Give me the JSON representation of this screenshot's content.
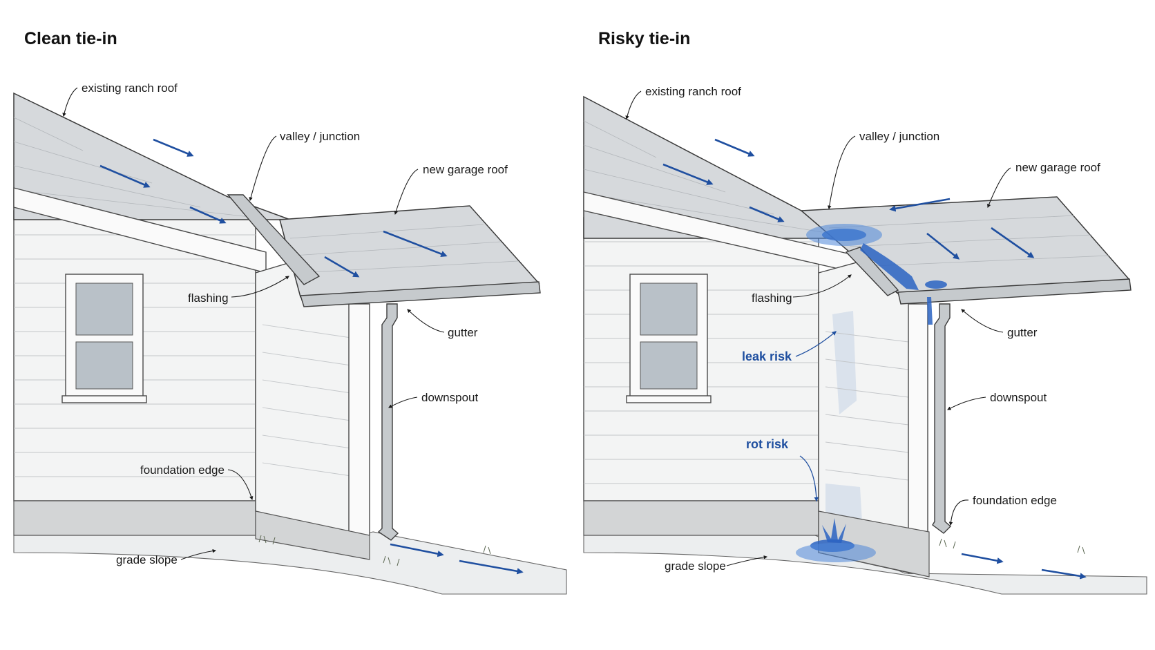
{
  "panels": [
    {
      "title": "Clean tie-in",
      "labels": {
        "existing_ranch_roof": "existing ranch roof",
        "valley_junction": "valley / junction",
        "new_garage_roof": "new garage roof",
        "flashing": "flashing",
        "gutter": "gutter",
        "downspout": "downspout",
        "foundation_edge": "foundation edge",
        "grade_slope": "grade slope"
      }
    },
    {
      "title": "Risky tie-in",
      "labels": {
        "existing_ranch_roof": "existing ranch roof",
        "valley_junction": "valley / junction",
        "new_garage_roof": "new garage roof",
        "flashing": "flashing",
        "gutter": "gutter",
        "leak_risk": "leak risk",
        "downspout": "downspout",
        "rot_risk": "rot risk",
        "foundation_edge": "foundation edge",
        "grade_slope": "grade slope"
      }
    }
  ],
  "colors": {
    "water_flow": "#1f4fa0",
    "risk_label": "#1f4fa0",
    "roof": "#d6d9dc",
    "siding": "#f3f4f4"
  }
}
